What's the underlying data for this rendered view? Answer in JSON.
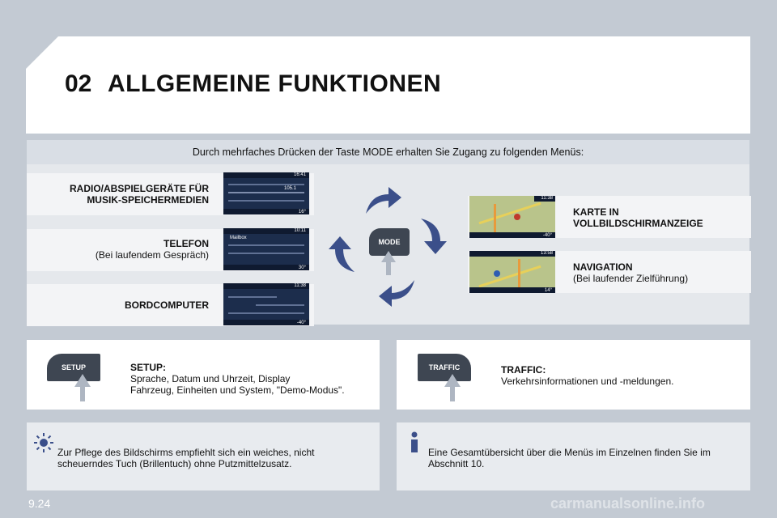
{
  "header": {
    "chapter": "02",
    "title": "ALLGEMEINE FUNKTIONEN"
  },
  "intro": "Durch mehrfaches Drücken der Taste MODE erhalten Sie Zugang zu folgenden Menüs:",
  "modes_left": [
    {
      "title_line1": "RADIO/ABSPIELGERÄTE  FÜR",
      "title_line2": "MUSIK-SPEICHERMEDIEN"
    },
    {
      "title": "TELEFON",
      "subtitle": "(Bei laufendem Gespräch)"
    },
    {
      "title": "BORDCOMPUTER"
    }
  ],
  "modes_right": [
    {
      "title_line1": "KARTE IN",
      "title_line2": "VOLLBILDSCHIRMANZEIGE"
    },
    {
      "title": "NAVIGATION",
      "subtitle": "(Bei laufender Zielführung)"
    }
  ],
  "thumbs": {
    "radio": {
      "clock": "16:41",
      "freq": "105.1",
      "temp": "16°"
    },
    "phone": {
      "clock": "10:11",
      "item": "Mailbox",
      "temp": "30°"
    },
    "trip": {
      "clock": "11:38",
      "temp": "-40°"
    },
    "map": {
      "clock": "11:38",
      "temp": "-40°"
    },
    "nav": {
      "clock": "13:58",
      "temp": "14°"
    }
  },
  "mode_button": {
    "label": "MODE"
  },
  "setup": {
    "button_label": "SETUP",
    "title": "SETUP:",
    "line1": "Sprache, Datum und Uhrzeit, Display",
    "line2": "Fahrzeug, Einheiten und System, \"Demo-Modus\"."
  },
  "traffic": {
    "button_label": "TRAFFIC",
    "title": "TRAFFIC:",
    "line1": "Verkehrsinformationen und -meldungen."
  },
  "note_left": {
    "line1": "Zur Pflege des Bildschirms empfiehlt sich ein weiches, nicht",
    "line2": "scheuerndes Tuch (Brillentuch) ohne Putzmittelzusatz."
  },
  "note_right": {
    "line1": "Eine Gesamtübersicht über die Menüs im Einzelnen finden Sie im",
    "line2": "Abschnitt 10."
  },
  "page_number": "9.24",
  "watermark": "carmanualsonline.info",
  "colors": {
    "background": "#c3cad3",
    "arrow": "#3b4f8a",
    "knob": "#3e4652"
  },
  "icons": {
    "care": "sun-icon",
    "info": "info-icon"
  }
}
